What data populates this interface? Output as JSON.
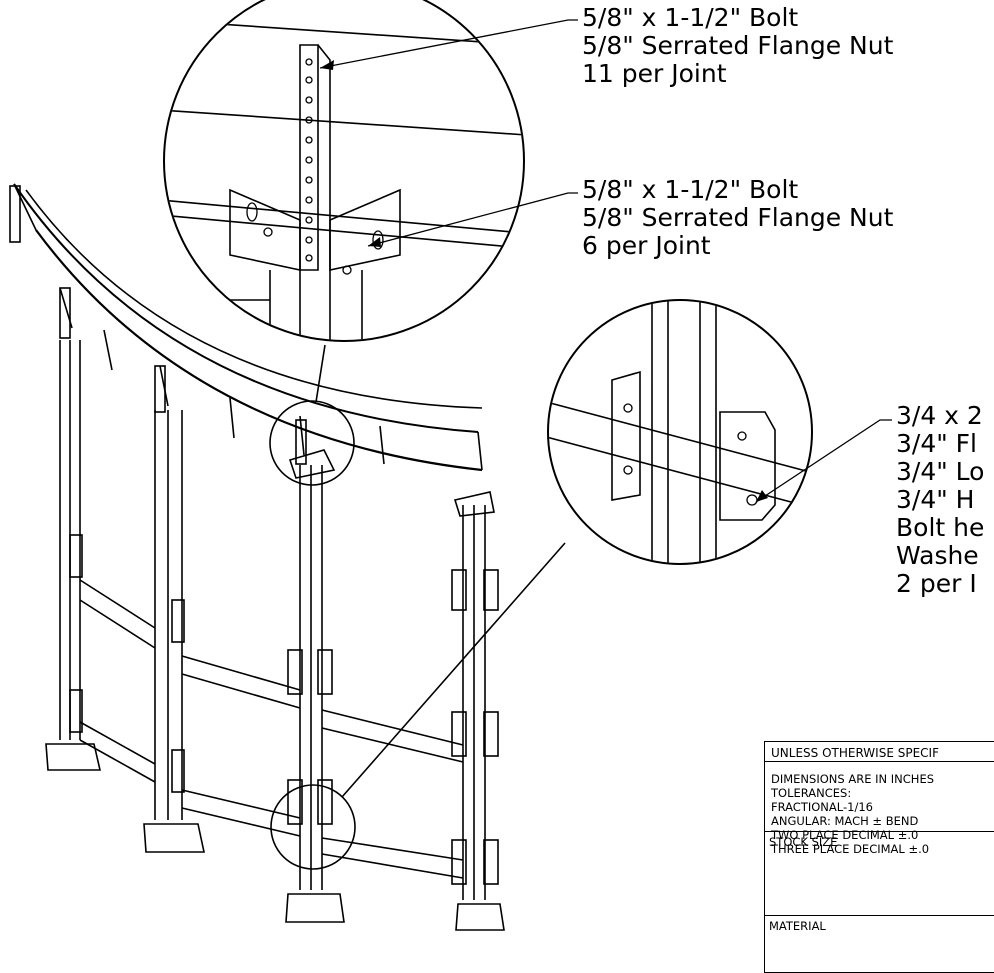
{
  "callouts": {
    "top_joint": [
      "5/8\" x 1-1/2\" Bolt",
      "5/8\" Serrated Flange Nut",
      "11 per Joint"
    ],
    "bracket_joint": [
      "5/8\" x 1-1/2\" Bolt",
      "5/8\" Serrated Flange Nut",
      "6 per Joint"
    ],
    "brace_joint": [
      "3/4 x 2",
      "3/4\" Fl",
      "3/4\" Lo",
      "3/4\" H",
      "Bolt he",
      "Washe",
      "2 per I"
    ]
  },
  "title_block": {
    "header": "UNLESS OTHERWISE SPECIF",
    "tolerances": [
      "DIMENSIONS ARE IN INCHES",
      "TOLERANCES:",
      "FRACTIONAL-1/16",
      "ANGULAR: MACH ±    BEND",
      "TWO PLACE DECIMAL   ±.0",
      "THREE PLACE DECIMAL  ±.0"
    ],
    "stock_size": "STOCK SIZE",
    "material": "MATERIAL"
  },
  "colors": {
    "line": "#000000",
    "background": "#ffffff"
  }
}
